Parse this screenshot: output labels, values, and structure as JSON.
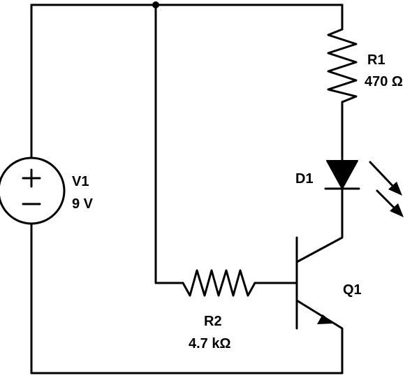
{
  "components": {
    "v1": {
      "designator": "V1",
      "value": "9 V"
    },
    "r1": {
      "designator": "R1",
      "value": "470 Ω"
    },
    "r2": {
      "designator": "R2",
      "value": "4.7 kΩ"
    },
    "d1": {
      "designator": "D1"
    },
    "q1": {
      "designator": "Q1"
    }
  },
  "colors": {
    "wire": "#000000",
    "background": "#ffffff"
  }
}
